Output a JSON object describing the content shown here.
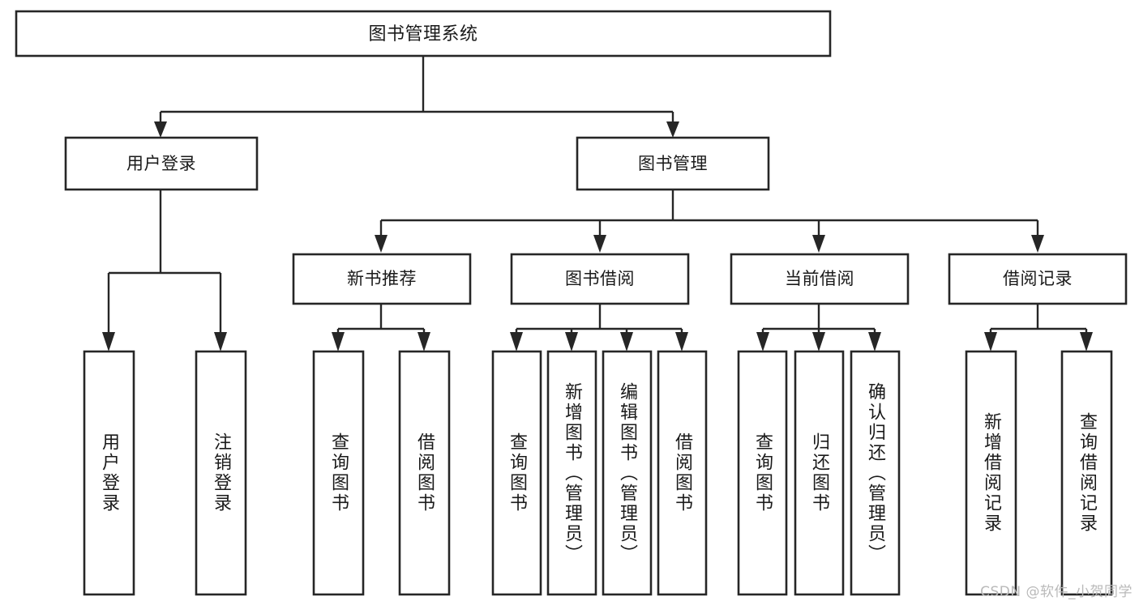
{
  "diagram": {
    "type": "tree",
    "title": "图书管理系统",
    "root": {
      "id": "root",
      "label": "图书管理系统"
    },
    "level2": [
      {
        "id": "user-login",
        "label": "用户登录"
      },
      {
        "id": "book-manage",
        "label": "图书管理"
      }
    ],
    "level3": [
      {
        "id": "new-book-recommend",
        "label": "新书推荐",
        "parent": "book-manage"
      },
      {
        "id": "book-borrow",
        "label": "图书借阅",
        "parent": "book-manage"
      },
      {
        "id": "current-borrow",
        "label": "当前借阅",
        "parent": "book-manage"
      },
      {
        "id": "borrow-record",
        "label": "借阅记录",
        "parent": "book-manage"
      }
    ],
    "leaves": {
      "user-login": [
        {
          "id": "leaf-user-login",
          "label": "用户登录"
        },
        {
          "id": "leaf-user-logout",
          "label": "注销登录"
        }
      ],
      "new-book-recommend": [
        {
          "id": "leaf-query-book-1",
          "label": "查询图书"
        },
        {
          "id": "leaf-borrow-book-1",
          "label": "借阅图书"
        }
      ],
      "book-borrow": [
        {
          "id": "leaf-query-book-2",
          "label": "查询图书"
        },
        {
          "id": "leaf-add-book",
          "label": "新增图书（管理员）"
        },
        {
          "id": "leaf-edit-book",
          "label": "编辑图书（管理员）"
        },
        {
          "id": "leaf-borrow-book-2",
          "label": "借阅图书"
        }
      ],
      "current-borrow": [
        {
          "id": "leaf-query-book-3",
          "label": "查询图书"
        },
        {
          "id": "leaf-return-book",
          "label": "归还图书"
        },
        {
          "id": "leaf-confirm-return",
          "label": "确认归还（管理员）"
        }
      ],
      "borrow-record": [
        {
          "id": "leaf-add-record",
          "label": "新增借阅记录"
        },
        {
          "id": "leaf-query-record",
          "label": "查询借阅记录"
        }
      ]
    },
    "colors": {
      "box_stroke": "#262626",
      "box_fill": "#ffffff",
      "connector": "#262626",
      "text": "#1a1a1a",
      "background": "#ffffff",
      "watermark": "#b9b9b9"
    }
  },
  "watermark": {
    "text": "CSDN @软件_小贺同学"
  }
}
